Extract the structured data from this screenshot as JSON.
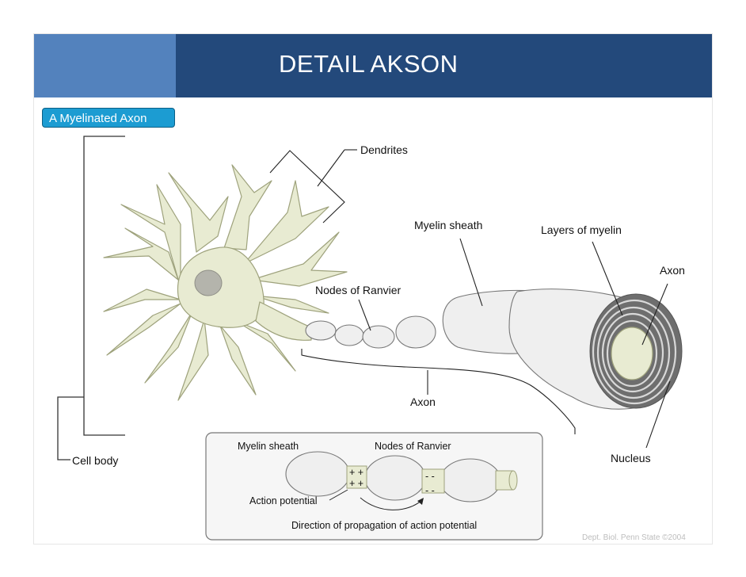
{
  "slide": {
    "title": "DETAIL AKSON",
    "badge": "A Myelinated Axon",
    "credit": "Dept. Biol. Penn State ©2004"
  },
  "labels": {
    "dendrites": "Dendrites",
    "myelin_sheath": "Myelin sheath",
    "layers_of_myelin": "Layers of myelin",
    "axon_top": "Axon",
    "nodes_of_ranvier": "Nodes of Ranvier",
    "axon_bottom": "Axon",
    "nucleus": "Nucleus",
    "cell_body": "Cell body"
  },
  "inset": {
    "myelin_sheath": "Myelin sheath",
    "nodes_of_ranvier": "Nodes of Ranvier",
    "plus_top": "+ +",
    "plus_bottom": "+ +",
    "minus_top": "- -",
    "minus_bottom": "- -",
    "action_potential": "Action potential",
    "direction": "Direction of propagation of action potential"
  },
  "colors": {
    "header_light": "#5382bd",
    "header_dark": "#23497b",
    "badge": "#1c9cd2",
    "cell_fill": "#e8ebd2",
    "nucleus_fill": "#b4b4ac",
    "myelin_fill": "#efefef"
  }
}
